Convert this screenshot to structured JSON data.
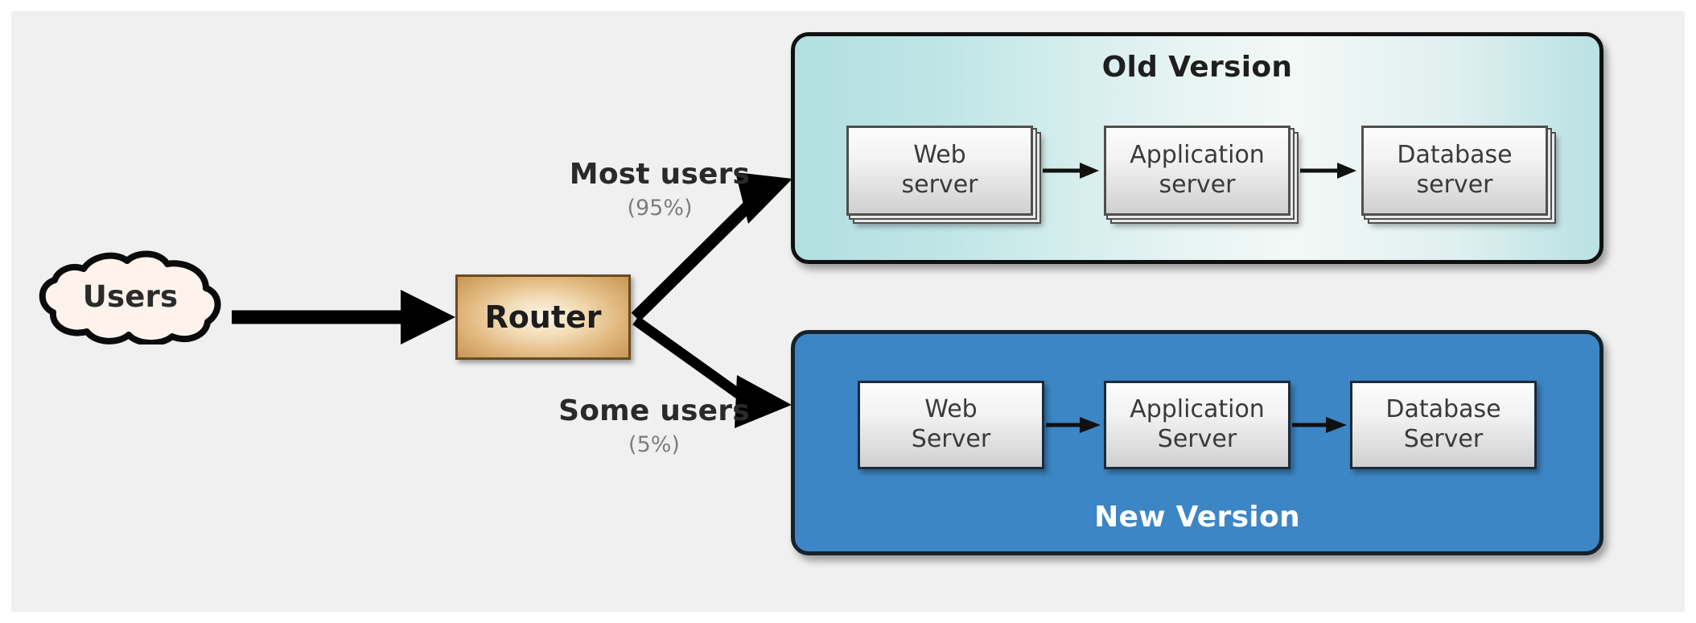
{
  "diagram": {
    "title": "Blue-Green / Canary deployment routing diagram",
    "background_color": "#f0f0f0"
  },
  "source": {
    "cloud_label": "Users",
    "cloud_icon": "cloud-icon",
    "cloud_fill": "#fdf3ec"
  },
  "router": {
    "label": "Router",
    "fill": "#e2ba82",
    "border": "#6b4a1f"
  },
  "routes": [
    {
      "id": "route-most",
      "title": "Most users",
      "percent": "(95%)",
      "target": "panel-old"
    },
    {
      "id": "route-some",
      "title": "Some users",
      "percent": "(5%)",
      "target": "panel-new"
    }
  ],
  "panels": [
    {
      "id": "panel-old",
      "title": "Old Version",
      "title_color": "#1f1f1f",
      "fill": "#bfe5e6",
      "style": "stacked",
      "nodes": [
        {
          "line1": "Web",
          "line2": "server"
        },
        {
          "line1": "Application",
          "line2": "server"
        },
        {
          "line1": "Database",
          "line2": "server"
        }
      ]
    },
    {
      "id": "panel-new",
      "title": "New  Version",
      "title_color": "#ffffff",
      "fill": "#3d86c6",
      "style": "flat",
      "nodes": [
        {
          "line1": "Web",
          "line2": "Server"
        },
        {
          "line1": "Application",
          "line2": "Server"
        },
        {
          "line1": "Database",
          "line2": "Server"
        }
      ]
    }
  ]
}
